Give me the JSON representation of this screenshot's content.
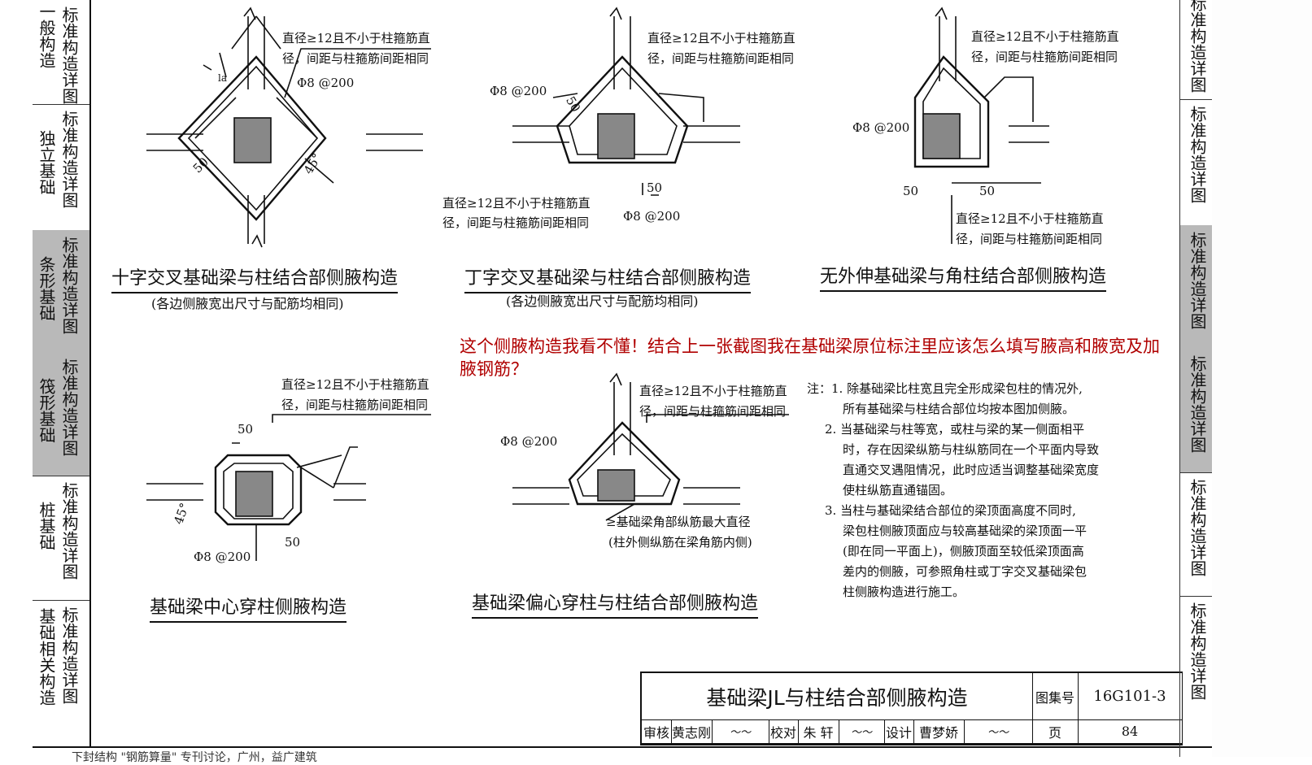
{
  "left_tabs": [
    {
      "col1": "标准构造详图",
      "col2": "一般构造",
      "shaded": false
    },
    {
      "col1": "标准构造详图",
      "col2": "独立基础",
      "shaded": false
    },
    {
      "col1": "标准构造详图",
      "col2": "条形基础",
      "shaded": true
    },
    {
      "col1": "标准构造详图",
      "col2": "筏形基础",
      "shaded": true
    },
    {
      "col1": "标准构造详图",
      "col2": "桩基础",
      "shaded": false
    },
    {
      "col1": "标准构造详图",
      "col2": "基础相关构造",
      "shaded": false
    }
  ],
  "right_tabs": [
    {
      "text": "标准构造详图",
      "shaded": false
    },
    {
      "text": "标准构造详图",
      "shaded": false
    },
    {
      "text": "标准构造详图",
      "shaded": true
    },
    {
      "text": "标准构造详图",
      "shaded": true
    },
    {
      "text": "标准构造详图",
      "shaded": false
    },
    {
      "text": "标准构造详图",
      "shaded": false
    }
  ],
  "labels": {
    "stirrup_line1": "直径≥12且不小于柱箍筋直",
    "stirrup_line2": "径，间距与柱箍筋间距相同",
    "rebar": "Φ8 @200",
    "dim50": "50",
    "angle45": "45°",
    "la": "la",
    "corner_bar1": "≥基础梁角部纵筋最大直径",
    "corner_bar2": "(柱外侧纵筋在梁角筋内侧)"
  },
  "captions": {
    "cross": "十字交叉基础梁与柱结合部侧腋构造",
    "cross_sub": "(各边侧腋宽出尺寸与配筋均相同)",
    "tee": "丁字交叉基础梁与柱结合部侧腋构造",
    "tee_sub": "(各边侧腋宽出尺寸与配筋均相同)",
    "corner": "无外伸基础梁与角柱结合部侧腋构造",
    "center": "基础梁中心穿柱侧腋构造",
    "eccentric": "基础梁偏心穿柱与柱结合部侧腋构造"
  },
  "question": "这个侧腋构造我看不懂！结合上一张截图我在基础梁原位标注里应该怎么填写腋高和腋宽及加腋钢筋？",
  "notes": {
    "n1a": "注：1. 除基础梁比柱宽且完全形成梁包柱的情况外,",
    "n1b": "所有基础梁与柱结合部位均按本图加侧腋。",
    "n2a": "2. 当基础梁与柱等宽，或柱与梁的某一侧面相平",
    "n2b": "时，存在因梁纵筋与柱纵筋同在一个平面内导致",
    "n2c": "直通交叉遇阻情况，此时应适当调整基础梁宽度",
    "n2d": "使柱纵筋直通锚固。",
    "n3a": "3. 当柱与基础梁结合部位的梁顶面高度不同时,",
    "n3b": "梁包柱侧腋顶面应与较高基础梁的梁顶面一平",
    "n3c": "(即在同一平面上)，侧腋顶面至较低梁顶面高",
    "n3d": "差内的侧腋，可参照角柱或丁字交叉基础梁包",
    "n3e": "柱侧腋构造进行施工。"
  },
  "title_block": {
    "title": "基础梁JL与柱结合部侧腋构造",
    "atlas_label": "图集号",
    "atlas_no": "16G101-3",
    "review_label": "审核",
    "reviewer": "黄志刚",
    "check_label": "校对",
    "checker": "朱 轩",
    "design_label": "设计",
    "designer": "曹梦娇",
    "page_label": "页",
    "page_no": "84"
  },
  "footer": "下封结构 \"钢筋算量\" 专刊讨论，广州，益广建筑"
}
